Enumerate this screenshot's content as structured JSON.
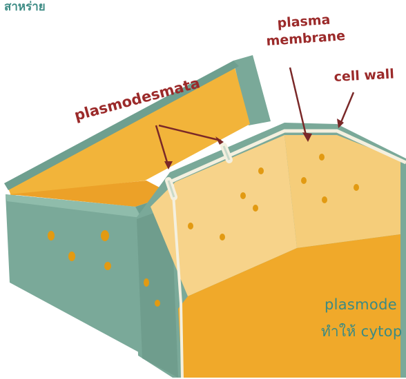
{
  "header": {
    "text": "สาหร่าย"
  },
  "diagram": {
    "labels": {
      "plasmodesmata": "plasmodesmata",
      "plasma_membrane_line1": "plasma",
      "plasma_membrane_line2": "membrane",
      "cell_wall": "cell wall"
    },
    "colors": {
      "cell_wall": "#7aa999",
      "cell_wall_dark": "#5f8f80",
      "cytoplasm_inner": "#f7d38a",
      "membrane_lining": "#f2c867",
      "floor": "#f0a92a",
      "dots": "#e29a12",
      "label_color": "#9b2a2a",
      "caption_color": "#3a8a84"
    }
  },
  "caption": {
    "line1": "plasmode",
    "line2": "ทำให้ cytop"
  }
}
